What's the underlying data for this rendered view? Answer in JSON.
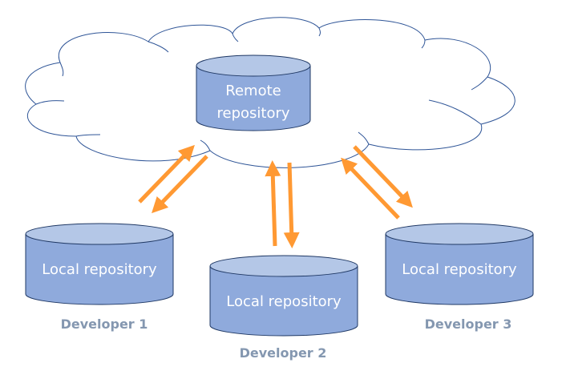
{
  "diagram": {
    "type": "distributed-version-control",
    "colors": {
      "cloud_stroke": "#2f5597",
      "cylinder_fill": "#8faadc",
      "cylinder_top": "#b4c7e7",
      "cylinder_stroke": "#1f3864",
      "arrow": "#ff9933",
      "label": "#8497b0"
    },
    "remote": {
      "line1": "Remote",
      "line2": "repository"
    },
    "locals": [
      {
        "label": "Local repository",
        "developer": "Developer 1"
      },
      {
        "label": "Local repository",
        "developer": "Developer 2"
      },
      {
        "label": "Local repository",
        "developer": "Developer 3"
      }
    ],
    "arrows": [
      {
        "from": "Developer 1",
        "to": "Remote",
        "direction": "push"
      },
      {
        "from": "Remote",
        "to": "Developer 1",
        "direction": "pull"
      },
      {
        "from": "Developer 2",
        "to": "Remote",
        "direction": "push"
      },
      {
        "from": "Remote",
        "to": "Developer 2",
        "direction": "pull"
      },
      {
        "from": "Remote",
        "to": "Developer 3",
        "direction": "pull"
      },
      {
        "from": "Developer 3",
        "to": "Remote",
        "direction": "push"
      }
    ]
  }
}
